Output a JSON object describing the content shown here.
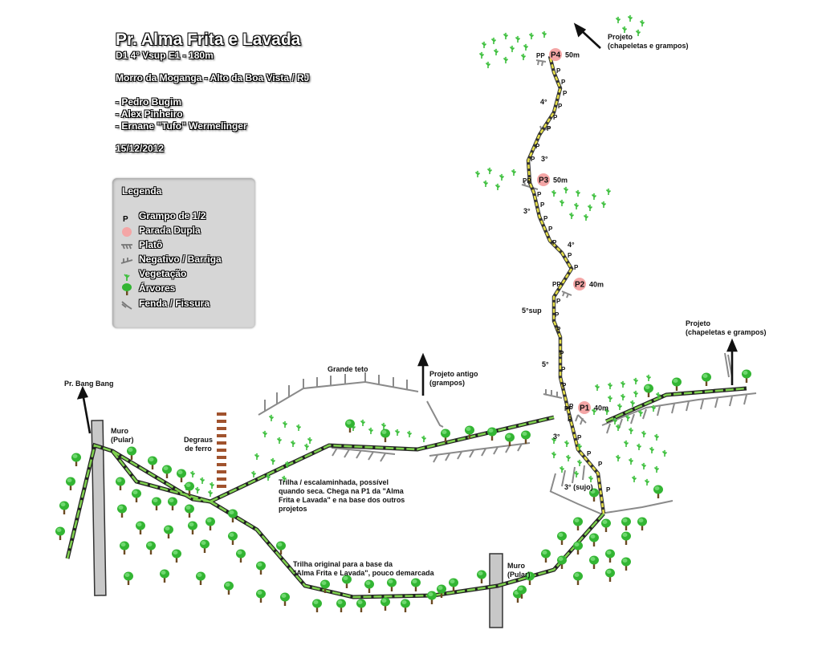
{
  "header": {
    "title": "Pr. Alma Frita e Lavada",
    "subtitle": "D1 4º Vsup E1 - 180m",
    "location": "Morro da Moganga - Alto da Boa Vista / RJ",
    "climbers": [
      "- Pedro Bugim",
      "- Alex Pinheiro",
      "- Ernane \"Tufo\" Wermelinger"
    ],
    "date": "15/12/2012"
  },
  "legend": {
    "title": "Legenda",
    "items": [
      {
        "symbol": "P",
        "label": "Grampo de 1/2",
        "icon": "bolt-icon"
      },
      {
        "label": "Parada Dupla",
        "icon": "double-anchor-icon",
        "color": "#f4a6a6"
      },
      {
        "label": "Platô",
        "icon": "ledge-icon"
      },
      {
        "label": "Negativo / Barriga",
        "icon": "overhang-icon"
      },
      {
        "label": "Vegetação",
        "icon": "vegetation-icon",
        "color": "#3fbf3f"
      },
      {
        "label": "Árvores",
        "icon": "tree-icon",
        "color": "#2fae2f"
      },
      {
        "label": "Fenda / Fissura",
        "icon": "crack-icon"
      }
    ]
  },
  "route": {
    "belays": [
      {
        "name": "P1",
        "length": "40m"
      },
      {
        "name": "P2",
        "length": "40m"
      },
      {
        "name": "P3",
        "length": "50m"
      },
      {
        "name": "P4",
        "length": "50m"
      }
    ],
    "bolt_label": "P",
    "double_label": "PP",
    "grades": [
      "3° (sujo)",
      "3°",
      "5°",
      "5°sup",
      "4°",
      "3°",
      "3°",
      "4°"
    ]
  },
  "annotations": {
    "bang_bang": "Pr. Bang Bang",
    "muro_left": "Muro\n(Pular)",
    "degraus": "Degraus\nde ferro",
    "grande_teto": "Grande teto",
    "projeto_antigo": "Projeto antigo\n(grampos)",
    "projeto_right": "Projeto\n(chapeletas e grampos)",
    "projeto_top": "Projeto\n(chapeletas e grampos)",
    "trilha_escalaminhada": "Trilha / escalaminhada, possível\nquando seca. Chega na P1 da \"Alma\nFrita e Lavada\" e na base dos outros\nprojetos",
    "trilha_original": "Trilha original para a base da\n\"Alma Frita e Lavada\", pouco demarcada",
    "muro_bottom": "Muro\n(Pular)"
  },
  "colors": {
    "route": "#e6df4a",
    "trail": "#2f8a22",
    "tree": "#33b533",
    "trunk": "#6b4a22",
    "belay": "#f4a6a6",
    "ledge": "#888888",
    "ladder": "#a0522d",
    "wall": "#c8c8c8"
  }
}
